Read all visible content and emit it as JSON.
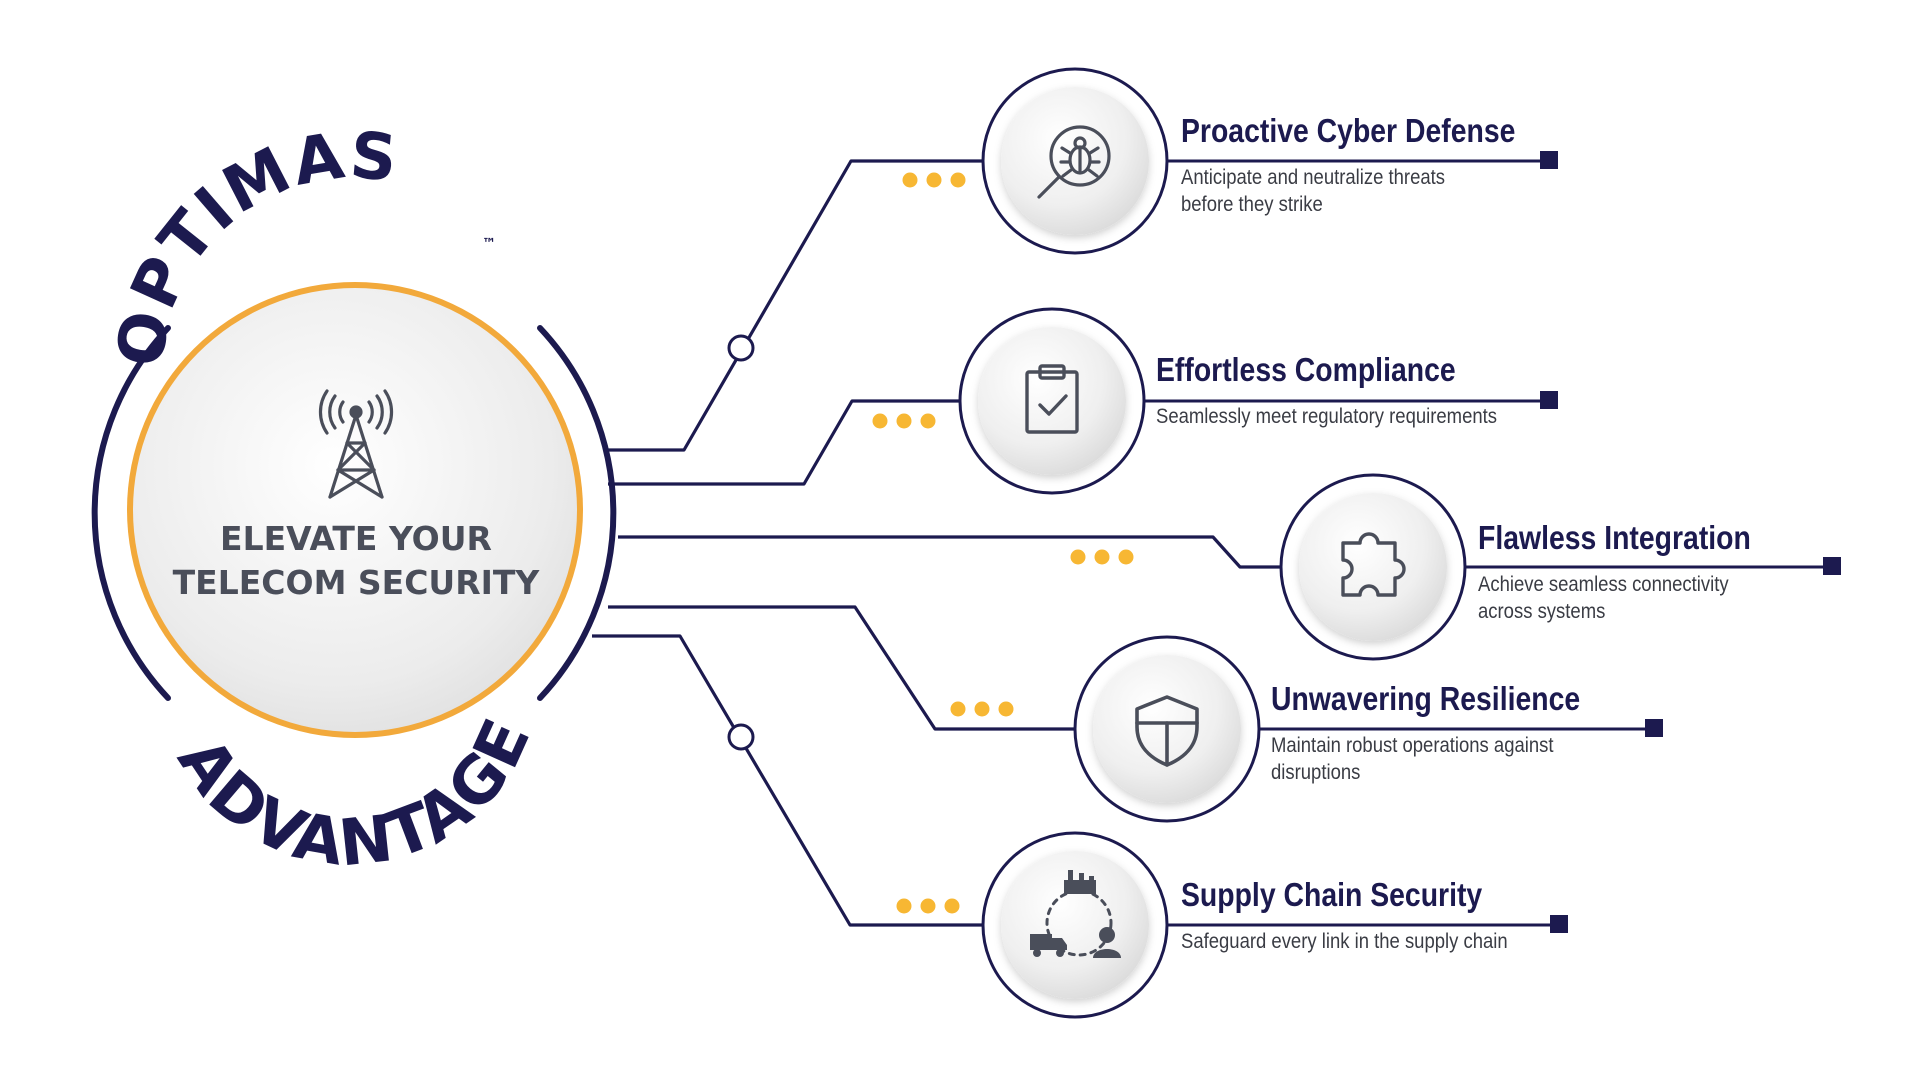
{
  "brand": {
    "name_top": "OPTIMAS",
    "trademark": "™",
    "name_bottom": "ADVANTAGE"
  },
  "center": {
    "line1": "ELEVATE YOUR",
    "line2": "TELECOM SECURITY",
    "icon": "cell-tower-icon"
  },
  "features": [
    {
      "title": "Proactive Cyber Defense",
      "description": "Anticipate and neutralize threats before they strike",
      "icon": "bug-search-icon"
    },
    {
      "title": "Effortless Compliance",
      "description": "Seamlessly meet regulatory requirements",
      "icon": "clipboard-check-icon"
    },
    {
      "title": "Flawless Integration",
      "description": "Achieve seamless connectivity across systems",
      "icon": "puzzle-piece-icon"
    },
    {
      "title": "Unwavering Resilience",
      "description": "Maintain robust operations against disruptions",
      "icon": "shield-icon"
    },
    {
      "title": "Supply Chain Security",
      "description": "Safeguard every link in the supply chain",
      "icon": "supply-chain-cycle-icon"
    }
  ],
  "colors": {
    "navy": "#1c1a4f",
    "accent_orange": "#f2a93b",
    "dots_yellow": "#f7b733",
    "icon_gray": "#4a4e5a"
  }
}
